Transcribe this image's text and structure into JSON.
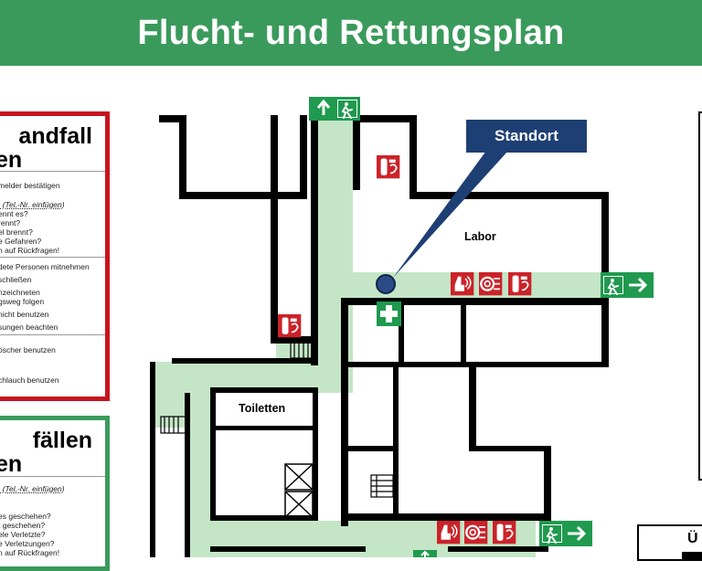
{
  "header": {
    "title": "Flucht- und Rettungsplan",
    "color": "#3a9a5c"
  },
  "fire_panel": {
    "title_line1": "andfall",
    "title_line2": "en",
    "color": "#c8141e",
    "lines": [
      "melder bestätigen",
      ": (Tel.-Nr. einfügen)",
      "ennt es?",
      "rennt?",
      "el brennt?",
      "e Gefahren?",
      "n auf Rückfragen!",
      "dete Personen mitnehmen",
      "schließen",
      "nzeichneten",
      "gsweg folgen",
      " nicht benutzen",
      "sungen beachten",
      "öscher benutzen",
      "chlauch benutzen"
    ]
  },
  "accident_panel": {
    "title_line1": "fällen",
    "title_line2": "en",
    "color": "#3a9a5c",
    "lines": [
      ": (Tel.-Nr. einfügen)",
      "es geschehen?",
      "t geschehen?",
      "ele Verletzte?",
      "e Verletzungen?",
      "n auf Rückfragen!"
    ]
  },
  "plan": {
    "standort_label": "Standort",
    "rooms": {
      "labor": "Labor",
      "toiletten": "Toiletten"
    },
    "escape_color": "#c4e6c6",
    "sign_green": "#1f9a4e",
    "sign_red": "#cc2229"
  },
  "legend_bottom_char": "Ü"
}
